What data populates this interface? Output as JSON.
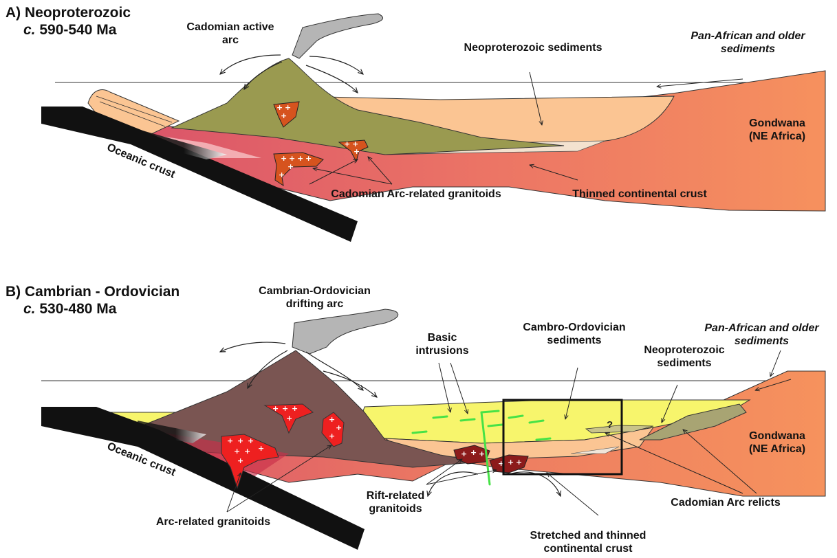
{
  "panel_a": {
    "letter_title": "A) Neoproterozoic",
    "age_prefix": "c.",
    "age_value": "590-540 Ma",
    "labels": {
      "arc": "Cadomian active arc",
      "sediments": "Neoproterozoic sediments",
      "pan_african": "Pan-African and older sediments",
      "gondwana": "Gondwana (NE Africa)",
      "oceanic": "Oceanic crust",
      "granitoids": "Cadomian Arc-related granitoids",
      "thinned": "Thinned continental crust"
    }
  },
  "panel_b": {
    "letter_title": "B) Cambrian - Ordovician",
    "age_prefix": "c.",
    "age_value": "530-480 Ma",
    "labels": {
      "arc": "Cambrian-Ordovician drifting arc",
      "basic": "Basic intrusions",
      "cambro_sed": "Cambro-Ordovician sediments",
      "neo_sed": "Neoproterozoic sediments",
      "pan_african": "Pan-African and older sediments",
      "gondwana": "Gondwana (NE Africa)",
      "oceanic": "Oceanic crust",
      "rift": "Rift-related granitoids",
      "arc_gran": "Arc-related granitoids",
      "stretched": "Stretched and thinned continental crust",
      "relicts": "Cadomian Arc relicts",
      "question": "?"
    }
  },
  "colors": {
    "gondwana": "#f08a5f",
    "crust": "#d8506a",
    "arc_a": "#9a9a50",
    "arc_b": "#7a5552",
    "sediment_neo": "#fbc593",
    "sediment_cambro": "#f7f56c",
    "granitoid_a": "#d6531e",
    "granitoid_b": "#ee2020",
    "granitoid_rift": "#8c1b1b",
    "ash": "#b5b5b5",
    "slab": "#111111",
    "basic_intrusion": "#46e246"
  },
  "icons": [
    "ash-plume-icon",
    "curved-arrow-icon",
    "pointer-arrow-icon"
  ]
}
